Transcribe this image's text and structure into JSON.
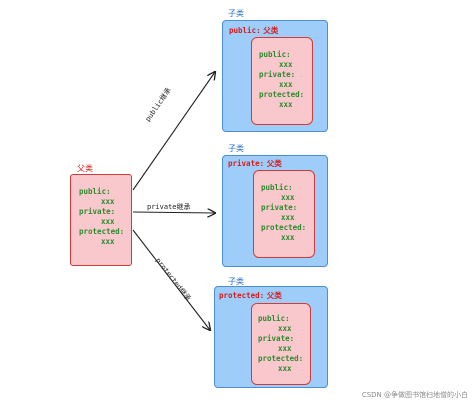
{
  "parent": {
    "title": "父类",
    "lines": [
      "public:",
      "xxx",
      "private:",
      "xxx",
      "protected:",
      "xxx"
    ]
  },
  "children": [
    {
      "title": "子类",
      "header_keyword": "public:",
      "header_rest": " 父类",
      "lines": [
        "public:",
        "xxx",
        "private:",
        "xxx",
        "protected:",
        "xxx"
      ],
      "arrow_keyword": "public",
      "arrow_suffix": "继承"
    },
    {
      "title": "子类",
      "header_keyword": "private:",
      "header_rest": " 父类",
      "lines": [
        "public:",
        "xxx",
        "private:",
        "xxx",
        "protected:",
        "xxx"
      ],
      "arrow_keyword": "private",
      "arrow_suffix": "继承"
    },
    {
      "title": "子类",
      "header_keyword": "protected:",
      "header_rest": " 父类",
      "lines": [
        "public:",
        "xxx",
        "private:",
        "xxx",
        "protected:",
        "xxx"
      ],
      "arrow_keyword": "protected",
      "arrow_suffix": "继承"
    }
  ],
  "watermark": "CSDN @争做图书馆扫地僧的小白",
  "colors": {
    "child_fill": "#9fcdfa",
    "parent_fill": "#f8c8cc",
    "red_text": "#d91a1a",
    "green_text": "#2f8a2f",
    "blue_text": "#2a6fc8"
  }
}
